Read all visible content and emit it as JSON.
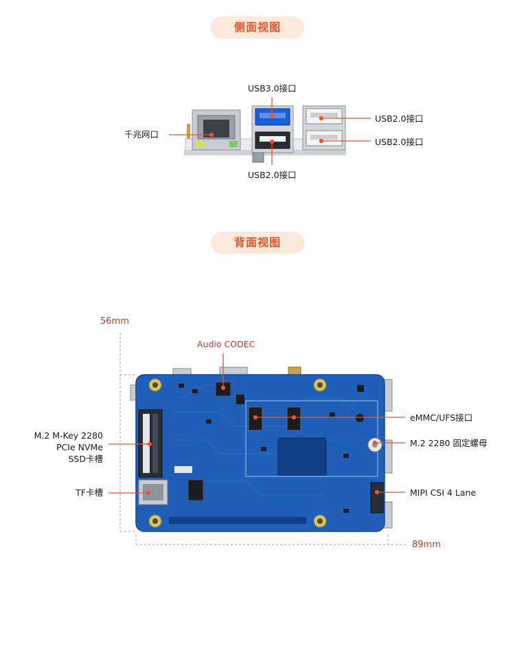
{
  "side_view": {
    "title": "侧面视图",
    "labels": {
      "usb30": "USB3.0接口",
      "usb20_bottom": "USB2.0接口",
      "usb20_right_top": "USB2.0接口",
      "usb20_right_bottom": "USB2.0接口",
      "ethernet": "千兆网口"
    }
  },
  "back_view": {
    "title": "背面视图",
    "labels": {
      "audio_codec": "Audio CODEC",
      "emmc_ufs": "eMMC/UFS接口",
      "m2_nut": "M.2 2280 固定螺母",
      "mipi_csi": "MIPI CSI 4 Lane",
      "m2_slot_line1": "M.2 M-Key 2280",
      "m2_slot_line2": "PCIe NVMe",
      "m2_slot_line3": "SSD卡槽",
      "tf_slot": "TF卡槽"
    },
    "dimensions": {
      "height": "56mm",
      "width": "89mm"
    }
  },
  "colors": {
    "accent": "#e8552a",
    "pill_bg": "#fde8dc",
    "board_blue": "#1f5fb8",
    "dimension_red": "#c0392b"
  }
}
